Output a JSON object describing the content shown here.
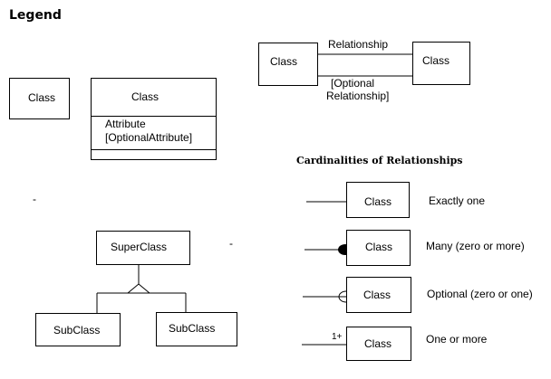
{
  "legend": {
    "title": "Legend"
  },
  "simple_class": {
    "label": "Class"
  },
  "detailed_class": {
    "label": "Class",
    "attribute": "Attribute",
    "optional_attribute": "[OptionalAttribute]"
  },
  "relationship": {
    "left_class": "Class",
    "right_class": "Class",
    "label": "Relationship",
    "optional_label_line1": "[Optional",
    "optional_label_line2": "Relationship]"
  },
  "inheritance": {
    "superclass": "SuperClass",
    "subclasses": [
      "SubClass",
      "SubClass"
    ],
    "stray_marks": [
      "-",
      "-"
    ]
  },
  "cardinalities": {
    "title": "Cardinalities of Relationships",
    "items": [
      {
        "class_label": "Class",
        "description": "Exactly one",
        "marker": "none"
      },
      {
        "class_label": "Class",
        "description": "Many (zero or more)",
        "marker": "filled-circle"
      },
      {
        "class_label": "Class",
        "description": "Optional (zero or one)",
        "marker": "hollow-circle"
      },
      {
        "class_label": "Class",
        "description": "One or more",
        "marker": "1+"
      }
    ]
  }
}
